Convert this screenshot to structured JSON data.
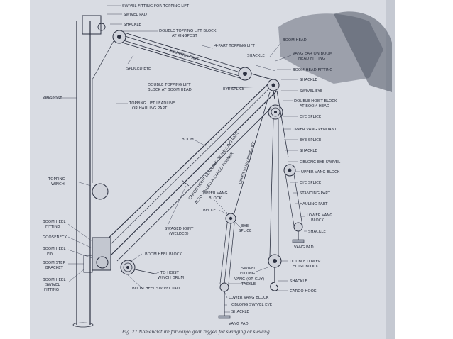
{
  "labels": {
    "swivel_fitting_topping_lift": "SWIVEL FITTING FOR TOPPING LIFT",
    "swivel_pad": "SWIVEL PAD",
    "shackle_top": "SHACKLE",
    "double_topping_lift_block_kingpost_1": "DOUBLE TOPPING LIFT BLOCK",
    "double_topping_lift_block_kingpost_2": "AT KINGPOST",
    "four_part_topping_lift": "4-PART TOPPING LIFT",
    "standing_part_topping": "STANDING PART",
    "boom_head": "BOOM HEAD",
    "shackle_head": "SHACKLE",
    "vang_ear_1": "VANG EAR ON BOOM",
    "vang_ear_2": "HEAD FITTING",
    "boom_head_fitting": "BOOM HEAD FITTING",
    "spliced_eye": "SPLICED EYE",
    "kingpost": "KINGPOST",
    "double_topping_lift_block_boomhead_1": "DOUBLE TOPPING LIFT",
    "double_topping_lift_block_boomhead_2": "BLOCK AT BOOM HEAD",
    "eye_splice_head": "EYE SPLICE",
    "shackle_2": "SHACKLE",
    "swivel_eye": "SWIVEL EYE",
    "double_hoist_block_1": "DOUBLE HOIST BLOCK",
    "double_hoist_block_2": "AT BOOM HEAD",
    "topping_lift_leadline_1": "TOPPING LIFT LEADLINE",
    "topping_lift_leadline_2": "OR HAULING PART",
    "eye_splice_r1": "EYE SPLICE",
    "upper_vang_pendant_right": "UPPER VANG PENDANT",
    "eye_splice_r2": "EYE SPLICE",
    "shackle_r1": "SHACKLE",
    "boom": "BOOM",
    "oblong_eye_swivel": "OBLONG EYE SWIVEL",
    "cargo_hoist_text_1": "CARGO HOIST LEADLINE OR HAULING PART",
    "cargo_hoist_text_2": "ALSO CALLED A CARGO RUNNER",
    "upper_vang_pendant_diag": "UPPER VANG PENDANT",
    "upper_vang_block_right": "UPPER VANG BLOCK",
    "eye_splice_r3": "EYE SPLICE",
    "topping_winch_1": "TOPPING",
    "topping_winch_2": "WINCH",
    "standing_part_vang": "STANDING PART",
    "upper_vang_block_left_1": "UPPER VANG",
    "upper_vang_block_left_2": "BLOCK",
    "hauling_part": "HAULING PART",
    "becket": "BECKET",
    "lower_vang_block_r1": "LOWER VANG",
    "lower_vang_block_r2": "BLOCK",
    "eye_splice_mid_1": "EYE",
    "eye_splice_mid_2": "SPLICE",
    "shackle_r2": "SHACKLE",
    "boom_heel_fitting_1": "BOOM HEEL",
    "boom_heel_fitting_2": "FITTING",
    "swaged_joint_1": "SWAGED JOINT",
    "swaged_joint_2": "(WELDED)",
    "gooseneck": "GOOSENECK",
    "vang_pad_right": "VANG PAD",
    "boom_heel_pin_1": "BOOM HEEL",
    "boom_heel_pin_2": "PIN",
    "boom_heel_block": "BOOM HEEL BLOCK",
    "double_lower_hoist_1": "DOUBLE LOWER",
    "double_lower_hoist_2": "HOIST BLOCK",
    "boom_step_bracket_1": "BOOM STEP",
    "boom_step_bracket_2": "BRACKET",
    "to_hoist_winch_1": "TO HOIST",
    "to_hoist_winch_2": "WINCH DRUM",
    "swivel_fitting_1": "SWIVEL",
    "swivel_fitting_2": "FITTING",
    "shackle_r3": "SHACKLE",
    "boom_heel_swivel_fitting_1": "BOOM HEEL",
    "boom_heel_swivel_fitting_2": "SWIVEL",
    "boom_heel_swivel_fitting_3": "FITTING",
    "boom_heel_swivel_pad": "BOOM HEEL SWIVEL PAD",
    "vang_tackle_1": "VANG (OR GUY)",
    "vang_tackle_2": "TACKLE",
    "cargo_hook": "CARGO HOOK",
    "lower_vang_block_bottom": "LOWER VANG BLOCK",
    "oblong_swivel_eye": "OBLONG SWIVEL EYE",
    "shackle_bottom": "SHACKLE",
    "vang_pad_bottom": "VANG PAD"
  },
  "caption": "Fig. 27   Nomenclature for cargo gear rigged for swinging or slewing",
  "colors": {
    "paper": "#d9dce3",
    "ink": "#2b3040",
    "shadow": "#5c6270"
  }
}
